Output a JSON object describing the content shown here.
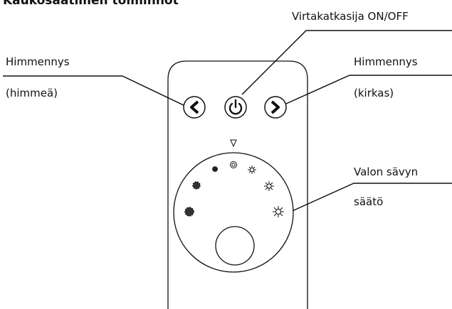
{
  "heading": "Kaukosäätimen toiminnot",
  "labels": {
    "dim_left_line1": "Himmennys",
    "dim_left_line2": "(himmeä)",
    "power": "Virtakatkasija ON/OFF",
    "dim_right_line1": "Himmennys",
    "dim_right_line2": "(kirkas)",
    "tone_line1": "Valon sävyn",
    "tone_line2": "säätö"
  },
  "icons": {
    "left_button": "chevron-left-icon",
    "power_button": "power-icon",
    "right_button": "chevron-right-icon",
    "dial_pointer": "triangle-down-icon"
  },
  "colors": {
    "line": "#111111",
    "background": "#ffffff"
  }
}
